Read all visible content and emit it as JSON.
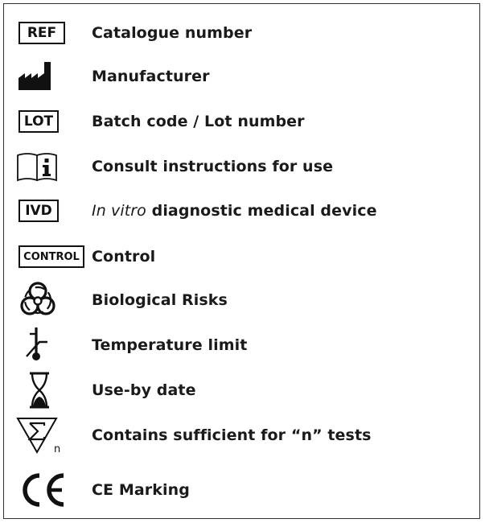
{
  "symbols": [
    {
      "icon": "ref-box-icon",
      "box_text": "REF",
      "label": "Catalogue number"
    },
    {
      "icon": "factory-icon",
      "label": "Manufacturer"
    },
    {
      "icon": "lot-box-icon",
      "box_text": "LOT",
      "label": "Batch code / Lot number"
    },
    {
      "icon": "open-book-info-icon",
      "label": "Consult instructions for use"
    },
    {
      "icon": "ivd-box-icon",
      "box_text": "IVD",
      "label_italic": "In vitro",
      "label_rest": " diagnostic medical device"
    },
    {
      "icon": "control-box-icon",
      "box_text": "CONTROL",
      "label": "Control"
    },
    {
      "icon": "biohazard-icon",
      "label": "Biological Risks"
    },
    {
      "icon": "thermometer-icon",
      "label": "Temperature limit"
    },
    {
      "icon": "hourglass-icon",
      "label": "Use-by date"
    },
    {
      "icon": "sigma-triangle-icon",
      "subscript": "n",
      "label": "Contains sufficient for “n” tests"
    },
    {
      "icon": "ce-mark-icon",
      "label": "CE Marking"
    }
  ]
}
